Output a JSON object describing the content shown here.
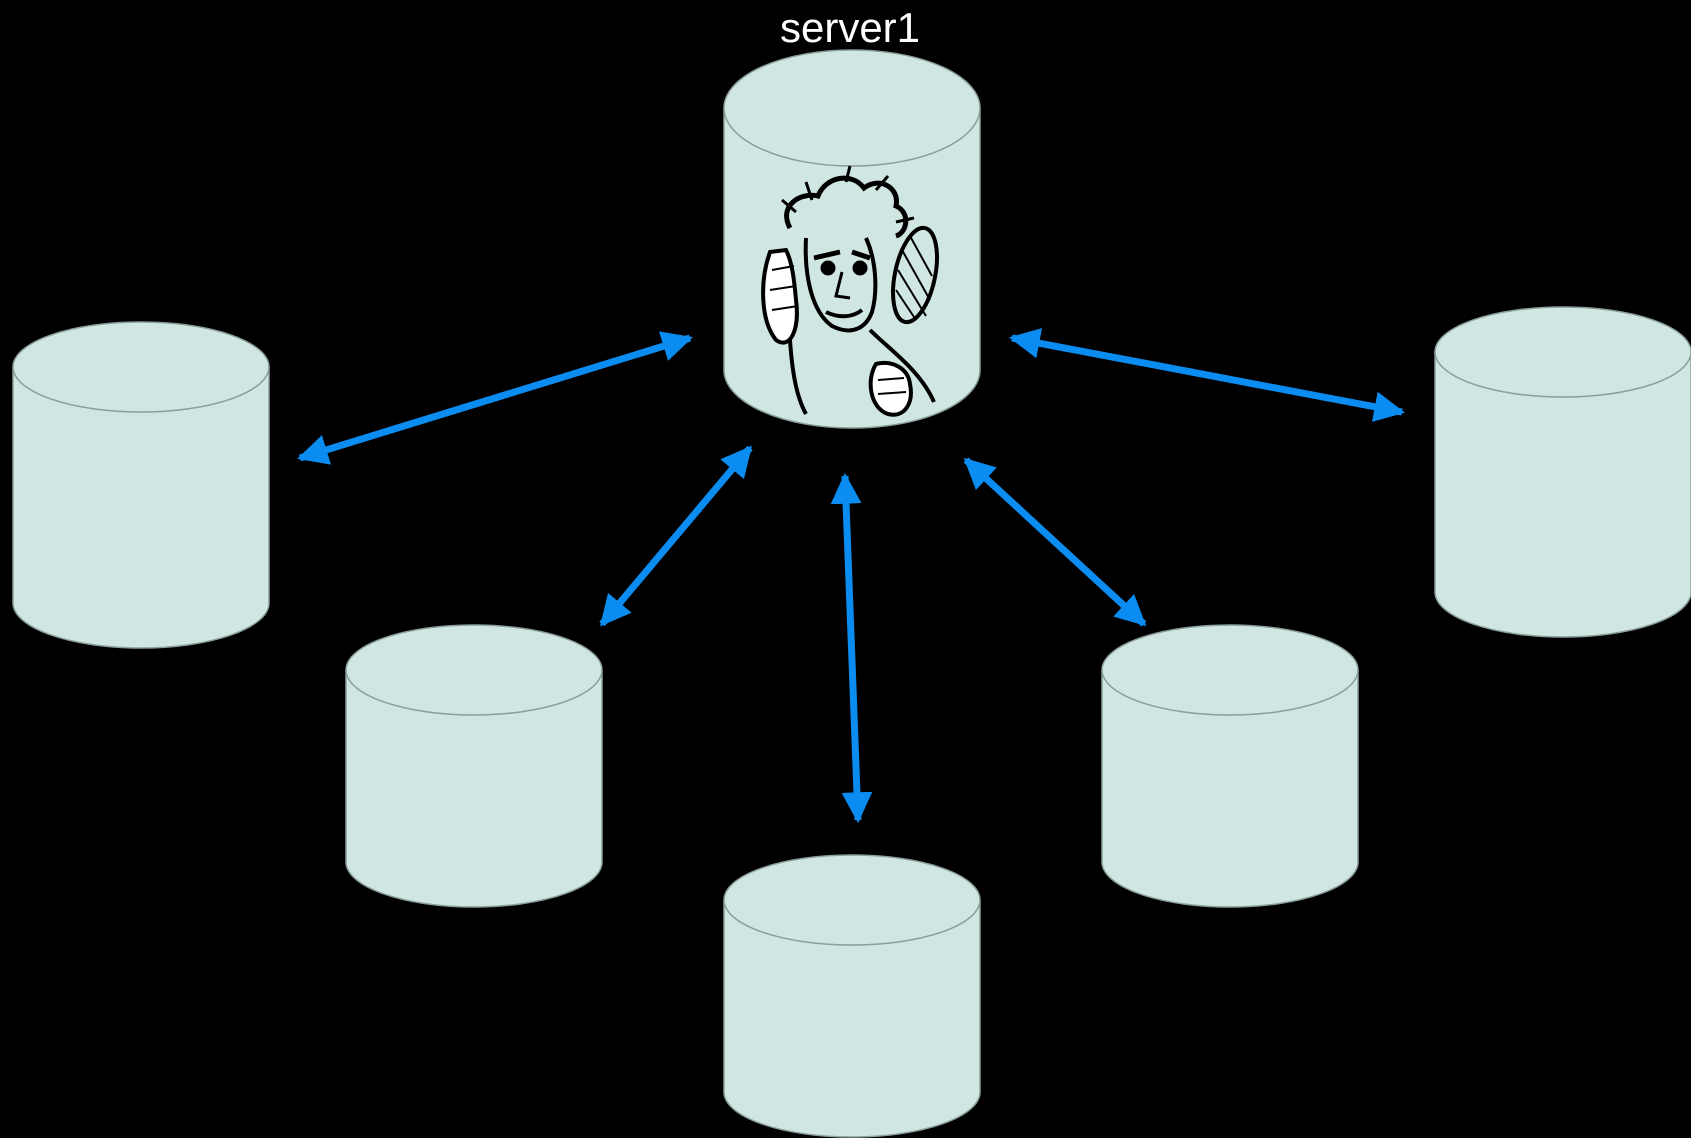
{
  "diagram": {
    "background_color": "#000000",
    "cylinder_fill": "#d0e6e2",
    "cylinder_stroke": "#8a9e9a",
    "arrow_color": "#0a8cf0",
    "nodes": [
      {
        "id": "server1",
        "label": "server1",
        "has_illustration": true
      },
      {
        "id": "db-left",
        "label": ""
      },
      {
        "id": "db-right",
        "label": ""
      },
      {
        "id": "db-lower-left",
        "label": ""
      },
      {
        "id": "db-lower-right",
        "label": ""
      },
      {
        "id": "db-bottom",
        "label": ""
      }
    ],
    "connections": [
      {
        "from": "server1",
        "to": "db-left",
        "direction": "bidirectional"
      },
      {
        "from": "server1",
        "to": "db-right",
        "direction": "bidirectional"
      },
      {
        "from": "server1",
        "to": "db-lower-left",
        "direction": "bidirectional"
      },
      {
        "from": "server1",
        "to": "db-bottom",
        "direction": "bidirectional"
      },
      {
        "from": "server1",
        "to": "db-lower-right",
        "direction": "bidirectional"
      }
    ]
  }
}
